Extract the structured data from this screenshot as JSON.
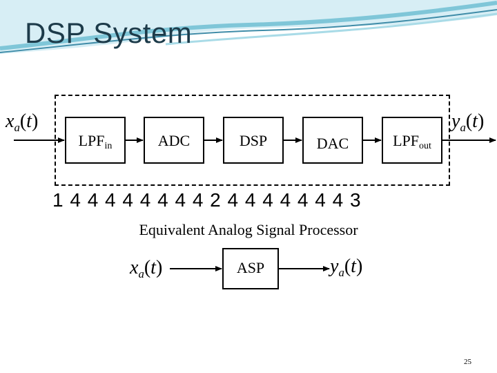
{
  "slide": {
    "title": "DSP System",
    "page_number": "25"
  },
  "main_chain": {
    "input_signal": {
      "var": "x",
      "sub": "a",
      "arg": "t"
    },
    "output_signal": {
      "var": "y",
      "sub": "a",
      "arg": "t"
    },
    "blocks": [
      {
        "name": "LPF",
        "sub": "in"
      },
      {
        "name": "ADC",
        "sub": ""
      },
      {
        "name": "DSP",
        "sub": ""
      },
      {
        "name": "DAC",
        "sub": ""
      },
      {
        "name": "LPF",
        "sub": "out"
      }
    ],
    "brace_text": "1 4 4 4 4 4 4 4 4 2 4 4 4 4 4 4 4 3"
  },
  "caption": "Equivalent Analog Signal Processor",
  "equivalent": {
    "input_signal": {
      "var": "x",
      "sub": "a",
      "arg": "t"
    },
    "block_label": "ASP",
    "output_signal": {
      "var": "y",
      "sub": "a",
      "arg": "t"
    }
  },
  "colors": {
    "title": "#1d3b4a",
    "swoosh": "#7fc6d8",
    "swoosh_dark": "#3f8ca8"
  }
}
